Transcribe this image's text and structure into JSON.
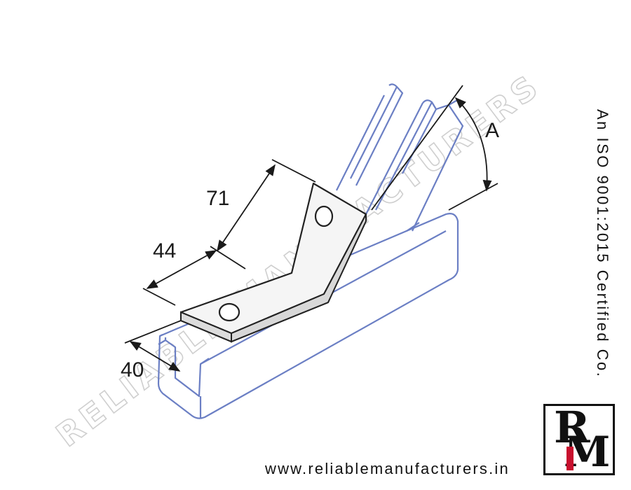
{
  "diagram": {
    "dimensions": {
      "length_upper": "71",
      "length_lower": "44",
      "width": "40",
      "angle": "A"
    },
    "watermark": "RELIABLE MANUFACTURERS"
  },
  "branding": {
    "certification": "An ISO 9001:2015 Certified Co.",
    "website": "www.reliablemanufacturers.in",
    "logo_text": "RM"
  },
  "colors": {
    "channel_outline": "#6b7fc4",
    "bracket_outline": "#222222",
    "bracket_fill": "#f5f5f5",
    "dimension_lines": "#1a1a1a",
    "watermark": "#cfcfcf",
    "logo_accent": "#c8102e"
  },
  "icons": {
    "logo": "rm-logo-icon",
    "hole": "bolt-hole-icon"
  }
}
